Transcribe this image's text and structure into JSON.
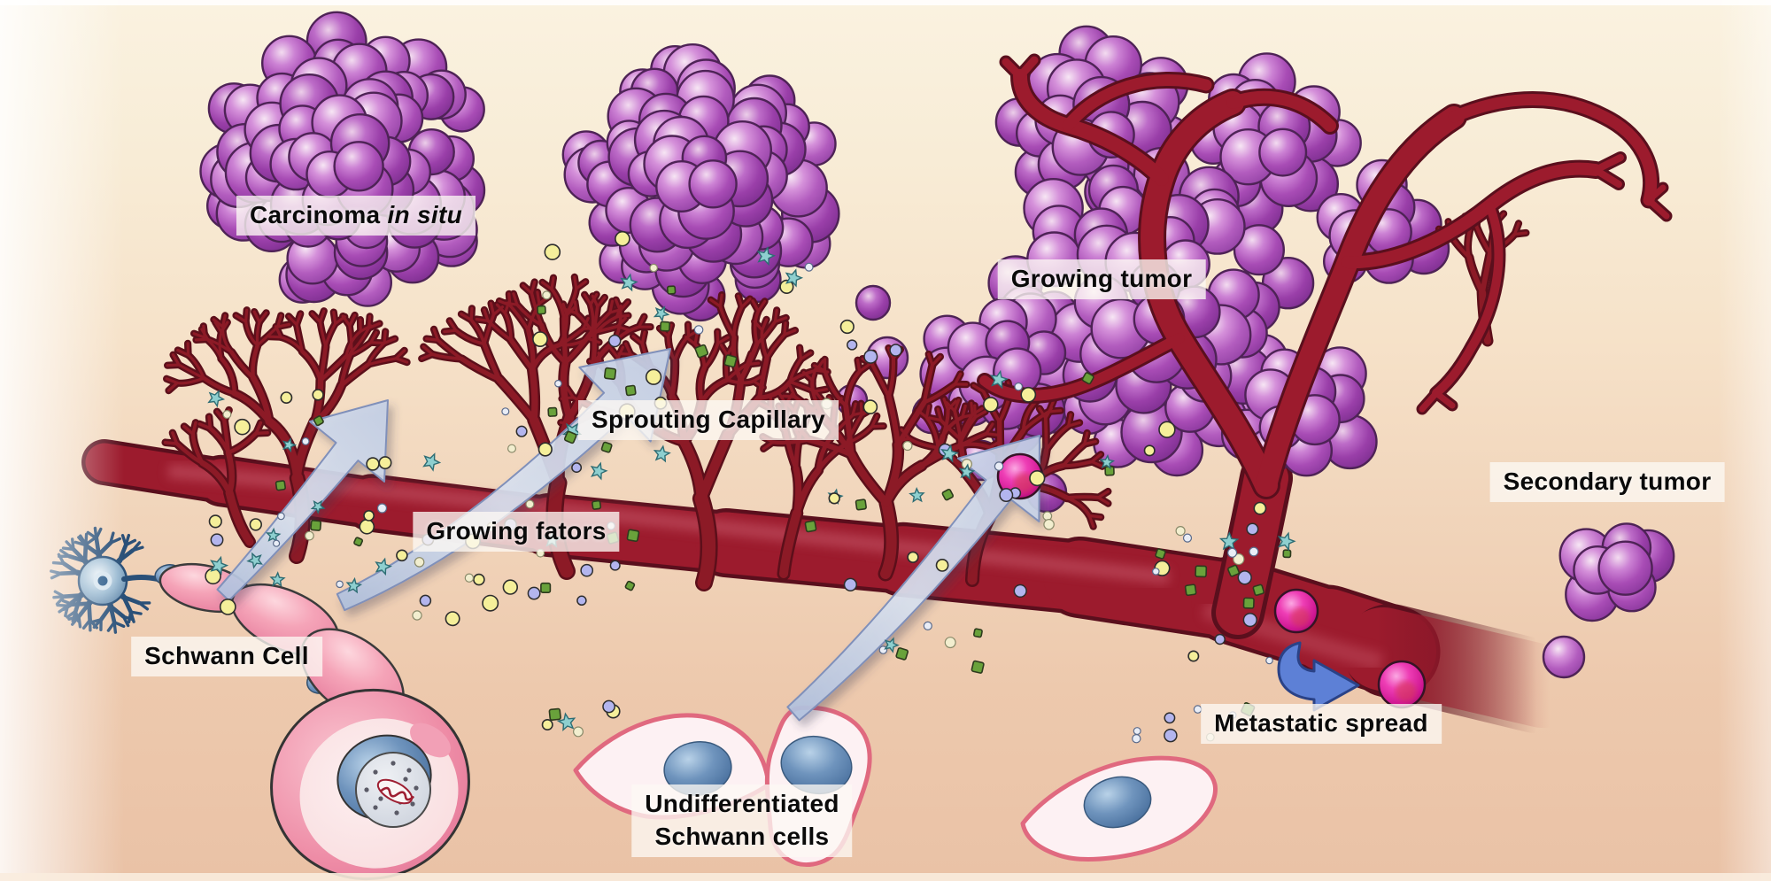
{
  "labels": {
    "carcinoma": {
      "prefix": "Carcinoma ",
      "italic": "in situ"
    },
    "sprouting_capillary": "Sprouting Capillary",
    "growing_tumor": "Growing tumor",
    "growing_factors": "Growing fators",
    "schwann_cell": "Schwann Cell",
    "secondary_tumor": "Secondary tumor",
    "metastatic_spread": "Metastatic spread",
    "undifferentiated_line1": "Undifferentiated",
    "undifferentiated_line2": "Schwann cells"
  },
  "icons": {
    "big_arrows": "growth-factor-flow-arrow",
    "curved_arrow": "metastatic-spread-arrow",
    "particles": [
      "growth-factor-yellow-dot",
      "growth-factor-green-cube",
      "growth-factor-lavender-dot",
      "growth-factor-teal-star",
      "growth-factor-pale-dot"
    ]
  },
  "theme": {
    "vessel": "#9c1b2d",
    "vessel_dark": "#5a0f1d",
    "vessel_light": "#c95b6d",
    "capillary": "#8c1a26",
    "capillary_dark": "#5c0f1a",
    "tumor_edge": "#4e2356",
    "tumor_purple": "#a84cb5",
    "arrow_edge": "#8090ba",
    "arrow_fill_light": "#d9e1ef",
    "arrow_fill_dark": "#aebfdd",
    "met_arrow": "#5d80d6",
    "met_arrow_edge": "#2a4287",
    "met_cell": "#e020a8",
    "met_cell_core": "#d43a50",
    "neuron": "#2a5078",
    "schwann_pink": "#f5a4b8",
    "schwann_light": "#fdf1f3",
    "schwann_edge": "#e0697f",
    "nucleus_blue": "#4a76ad",
    "label_bg": "rgba(253,248,243,0.78)",
    "label_text": "#0a0a0a",
    "particle_yellow": "#f5ef9a",
    "particle_green": "#69a23b",
    "particle_lavender": "#b3b5ee",
    "particle_teal": "#8ecfcf",
    "particle_pale": "#f2eecf"
  }
}
